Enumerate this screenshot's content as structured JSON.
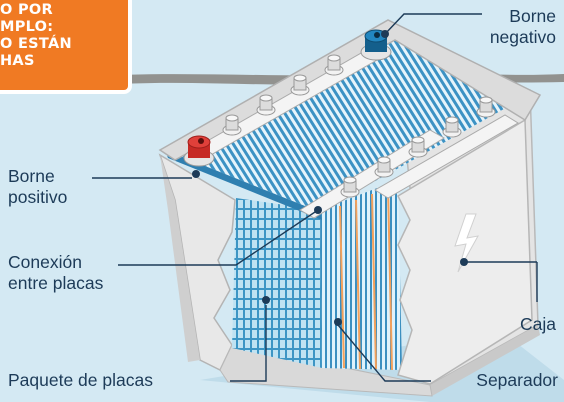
{
  "badge": {
    "lines": [
      "O POR",
      "MPLO:",
      "O ESTÁN",
      "HAS"
    ]
  },
  "labels": {
    "borne_negativo": [
      "Borne",
      "negativo"
    ],
    "borne_positivo": [
      "Borne",
      "positivo"
    ],
    "conexion": [
      "Conexión",
      "entre placas"
    ],
    "caja": "Caja",
    "paquete": "Paquete de placas",
    "separador": "Separador"
  },
  "colors": {
    "background": "#d4e9f3",
    "badge": "#f07a23",
    "label_text": "#1d3b58",
    "plate_blue": "#4da3cf",
    "separator_orange": "#f3a15c",
    "terminal_positive": "#d9302c",
    "terminal_negative": "#1b74a8",
    "case": "#ececec"
  }
}
